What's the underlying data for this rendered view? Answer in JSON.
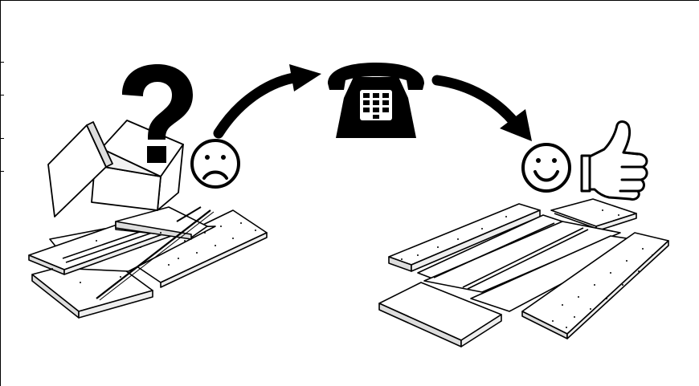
{
  "scene": {
    "left_group": [
      "question-mark",
      "open-box",
      "scattered-panels",
      "sad-face"
    ],
    "center_group": [
      "telephone",
      "arrow-to-phone",
      "arrow-from-phone"
    ],
    "right_group": [
      "happy-face",
      "thumbs-up",
      "organized-panels"
    ]
  },
  "colors": {
    "ink": "#000000",
    "paper": "#ffffff",
    "panel_shade": "#f2f2f2"
  }
}
